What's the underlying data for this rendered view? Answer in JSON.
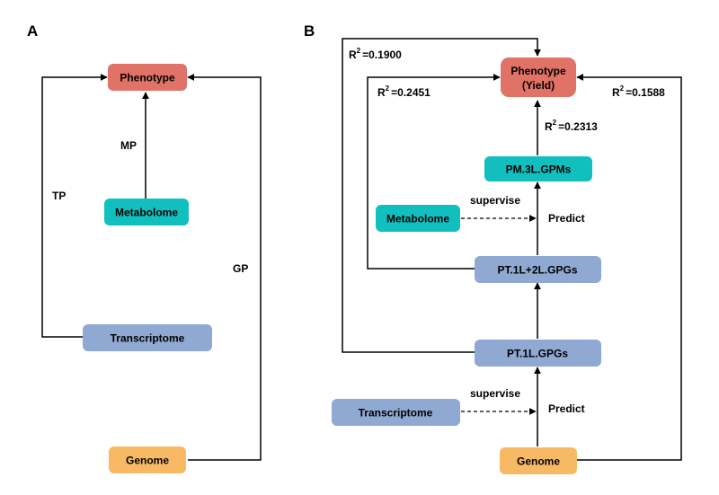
{
  "panel_a": {
    "letter": "A",
    "nodes": {
      "phenotype": "Phenotype",
      "metabolome": "Metabolome",
      "transcriptome": "Transcriptome",
      "genome": "Genome"
    },
    "edges": {
      "mp": "MP",
      "tp": "TP",
      "gp": "GP"
    }
  },
  "panel_b": {
    "letter": "B",
    "nodes": {
      "phenotype_line1": "Phenotype",
      "phenotype_line2": "(Yield)",
      "pm3l": "PM.3L.GPMs",
      "metabolome": "Metabolome",
      "pt1l2l": "PT.1L+2L.GPGs",
      "pt1l": "PT.1L.GPGs",
      "transcriptome": "Transcriptome",
      "genome": "Genome"
    },
    "r2": {
      "symbol": "R",
      "exponent": "2",
      "outer_left": "=0.1900",
      "inner_left": "=0.2451",
      "right": "=0.1588",
      "center": "=0.2313"
    },
    "edges": {
      "supervise_top": "supervise",
      "predict_top": "Predict",
      "supervise_bottom": "supervise",
      "predict_bottom": "Predict"
    }
  },
  "colors": {
    "phenotype": "#e07267",
    "metabolome": "#12bfbf",
    "omics_blue": "#8fa9d2",
    "genome": "#f8b965",
    "line": "#000000"
  }
}
